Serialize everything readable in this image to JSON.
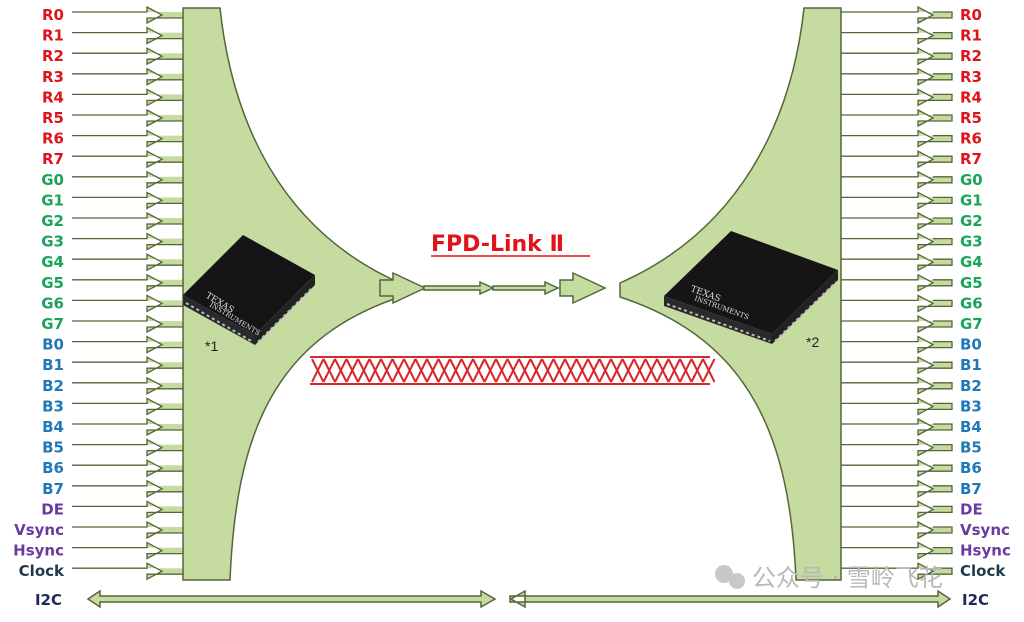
{
  "title": "FPD-Link Ⅱ",
  "colors": {
    "red": "#e0131a",
    "green": "#1aa35a",
    "blue": "#1f78b8",
    "purple": "#6a3aa0",
    "dark": "#1e3a4a",
    "navy": "#1a2a5a",
    "arrow_fill": "#c5dba0",
    "arrow_stroke": "#55663a",
    "cable": "#d8262b",
    "chip": "#1b1b1d"
  },
  "left_signals": [
    "R0",
    "R1",
    "R2",
    "R3",
    "R4",
    "R5",
    "R6",
    "R7",
    "G0",
    "G1",
    "G2",
    "G3",
    "G4",
    "G5",
    "G6",
    "G7",
    "B0",
    "B1",
    "B2",
    "B3",
    "B4",
    "B5",
    "B6",
    "B7",
    "DE",
    "Vsync",
    "Hsync",
    "Clock"
  ],
  "right_signals": [
    "R0",
    "R1",
    "R2",
    "R3",
    "R4",
    "R5",
    "R6",
    "R7",
    "G0",
    "G1",
    "G2",
    "G3",
    "G4",
    "G5",
    "G6",
    "G7",
    "B0",
    "B1",
    "B2",
    "B3",
    "B4",
    "B5",
    "B6",
    "B7",
    "DE",
    "Vsync",
    "Hsync",
    "Clock"
  ],
  "i2c_label_left": "I2C",
  "i2c_label_right": "I2C",
  "chips": [
    {
      "id": "serializer",
      "brand_line1": "TEXAS",
      "brand_line2": "INSTRUMENTS",
      "note": "*1"
    },
    {
      "id": "deserializer",
      "brand_line1": "TEXAS",
      "brand_line2": "INSTRUMENTS",
      "note": "*2"
    }
  ],
  "watermark": "公众号 · 雪岭飞花"
}
